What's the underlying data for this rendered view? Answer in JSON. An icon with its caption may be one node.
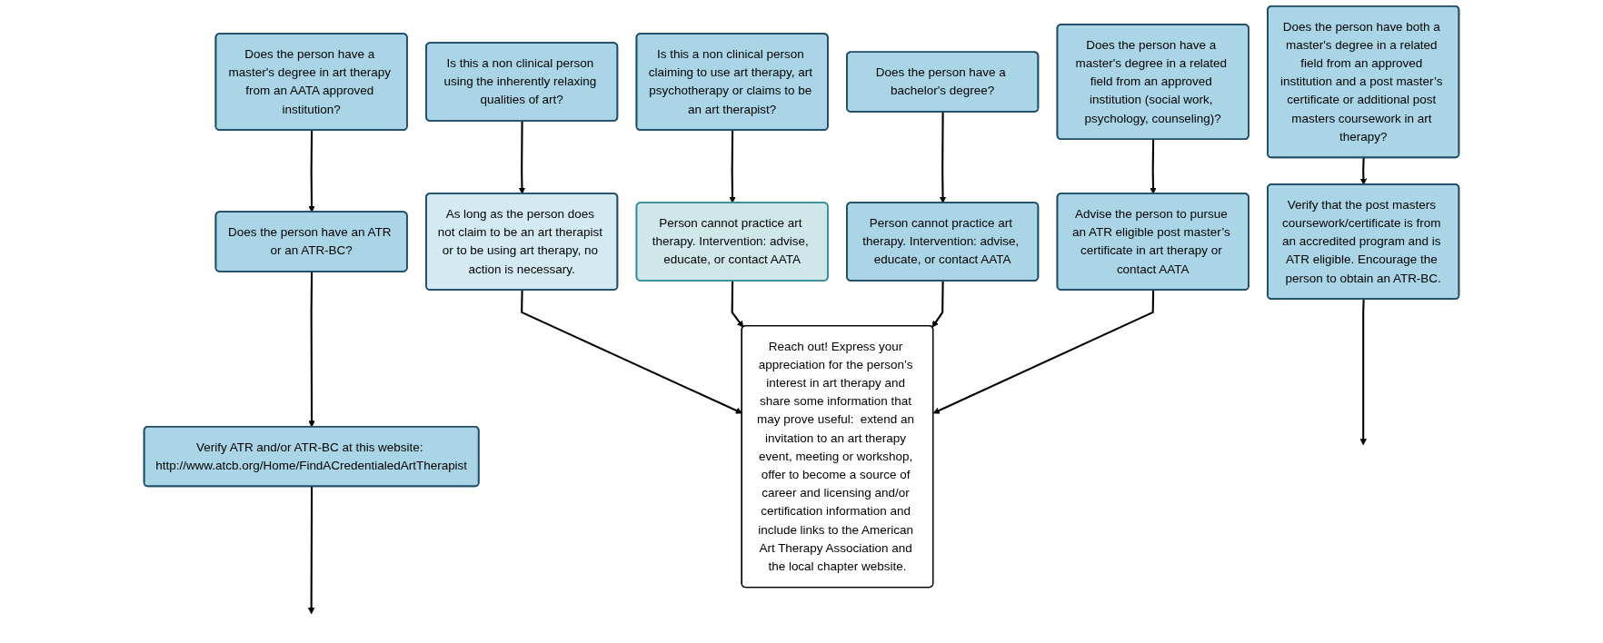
{
  "diagram": {
    "nodes": [
      {
        "text": [
          "Is this a non clinical person using the inherently relaxing qualities of art?"
        ]
      },
      {
        "text": [
          "Is this a non clinical person claiming to use art therapy, art psychotherapy or claims to be an art therapist?"
        ]
      },
      {
        "text": [
          "Does the person have a bachelor's degree?"
        ]
      },
      {
        "text": [
          "Does the person have a master's degree in a related field from an approved institution (social work, psychology, counseling)?"
        ]
      },
      {
        "text": [
          "Does the person have both a master's degree in a related field from an approved institution and a post master’s certificate or additional post masters coursework in art therapy?"
        ]
      },
      {
        "text": [
          "Does the person have a master's degree in art therapy from an AATA approved institution?"
        ]
      },
      {
        "text": [
          "As long as the person does not claim to be an art therapist or to be using art therapy, no action is necessary."
        ]
      },
      {
        "text": [
          "Person cannot practice art therapy. Intervention: advise, educate, or contact AATA"
        ]
      },
      {
        "text": [
          "Person cannot practice art therapy. Intervention: advise, educate, or contact AATA"
        ]
      },
      {
        "text": [
          "Advise the person to pursue an ATR eligible post master’s certificate in art therapy or contact AATA"
        ]
      },
      {
        "text": [
          "Verify that the post masters coursework/certificate is from an accredited program and is ATR eligible. Encourage the person to obtain an ATR-BC."
        ]
      },
      {
        "text": [
          "Does the person have an ATR or an ATR-BC?"
        ]
      },
      {
        "text": [
          "Verify ATR and/or ATR-BC at this website: http://www.atcb.org/Home/FindACredentialedArtTherapist"
        ]
      },
      {
        "text": [
          "Reach out! Express your appreciation for the person’s interest in art therapy and share some information that may prove useful:  extend an invitation to an art therapy event, meeting or workshop, offer to become a source of career and licensing and/or certification information and include links to the American Art Therapy Association and the local chapter website."
        ]
      }
    ],
    "edges": [
      {
        "from": 0,
        "to": 6,
        "arrow": "to"
      },
      {
        "from": 1,
        "to": 7,
        "arrow": "to"
      },
      {
        "from": 2,
        "to": 8,
        "arrow": "to"
      },
      {
        "from": 3,
        "to": 9,
        "arrow": "to"
      },
      {
        "from": 4,
        "to": 10,
        "arrow": "to"
      },
      {
        "from": 5,
        "to": 11,
        "arrow": "to"
      },
      {
        "from": 11,
        "to": 12,
        "arrow": "to"
      },
      {
        "from": 6,
        "to": 13,
        "arrow": "to"
      },
      {
        "from": 7,
        "to": 13,
        "arrow": "to"
      },
      {
        "from": 8,
        "to": 13,
        "arrow": "to"
      },
      {
        "from": 9,
        "to": 13,
        "arrow": "to"
      },
      {
        "from": 10,
        "to": null,
        "arrow": "to"
      },
      {
        "from": 12,
        "to": null,
        "arrow": "to"
      }
    ]
  }
}
